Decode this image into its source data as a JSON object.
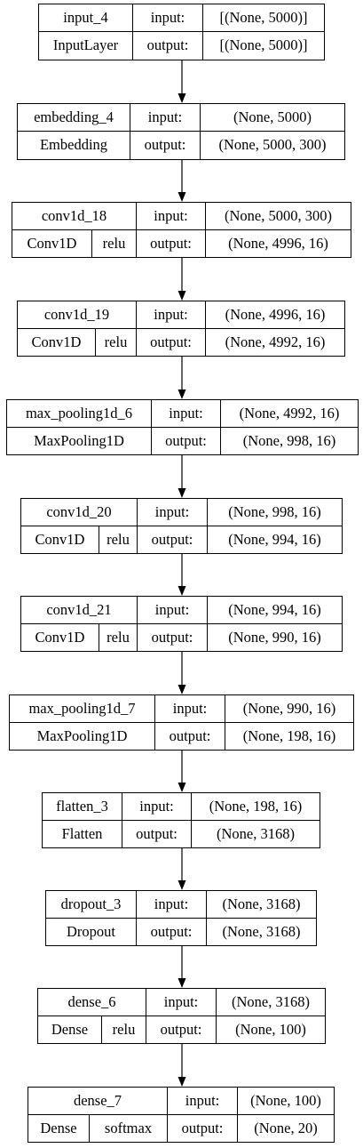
{
  "layers": [
    {
      "name": "input_4",
      "type": "InputLayer",
      "activation": "",
      "input": "[(None, 5000)]",
      "output": "[(None, 5000)]"
    },
    {
      "name": "embedding_4",
      "type": "Embedding",
      "activation": "",
      "input": "(None, 5000)",
      "output": "(None, 5000, 300)"
    },
    {
      "name": "conv1d_18",
      "type": "Conv1D",
      "activation": "relu",
      "input": "(None, 5000, 300)",
      "output": "(None, 4996, 16)"
    },
    {
      "name": "conv1d_19",
      "type": "Conv1D",
      "activation": "relu",
      "input": "(None, 4996, 16)",
      "output": "(None, 4992, 16)"
    },
    {
      "name": "max_pooling1d_6",
      "type": "MaxPooling1D",
      "activation": "",
      "input": "(None, 4992, 16)",
      "output": "(None, 998, 16)"
    },
    {
      "name": "conv1d_20",
      "type": "Conv1D",
      "activation": "relu",
      "input": "(None, 998, 16)",
      "output": "(None, 994, 16)"
    },
    {
      "name": "conv1d_21",
      "type": "Conv1D",
      "activation": "relu",
      "input": "(None, 994, 16)",
      "output": "(None, 990, 16)"
    },
    {
      "name": "max_pooling1d_7",
      "type": "MaxPooling1D",
      "activation": "",
      "input": "(None, 990, 16)",
      "output": "(None, 198, 16)"
    },
    {
      "name": "flatten_3",
      "type": "Flatten",
      "activation": "",
      "input": "(None, 198, 16)",
      "output": "(None, 3168)"
    },
    {
      "name": "dropout_3",
      "type": "Dropout",
      "activation": "",
      "input": "(None, 3168)",
      "output": "(None, 3168)"
    },
    {
      "name": "dense_6",
      "type": "Dense",
      "activation": "relu",
      "input": "(None, 3168)",
      "output": "(None, 100)"
    },
    {
      "name": "dense_7",
      "type": "Dense",
      "activation": "softmax",
      "input": "(None, 100)",
      "output": "(None, 20)"
    }
  ],
  "labels": {
    "input": "input:",
    "output": "output:"
  },
  "colors": {
    "stroke": "#000000",
    "background": "#ffffff"
  }
}
